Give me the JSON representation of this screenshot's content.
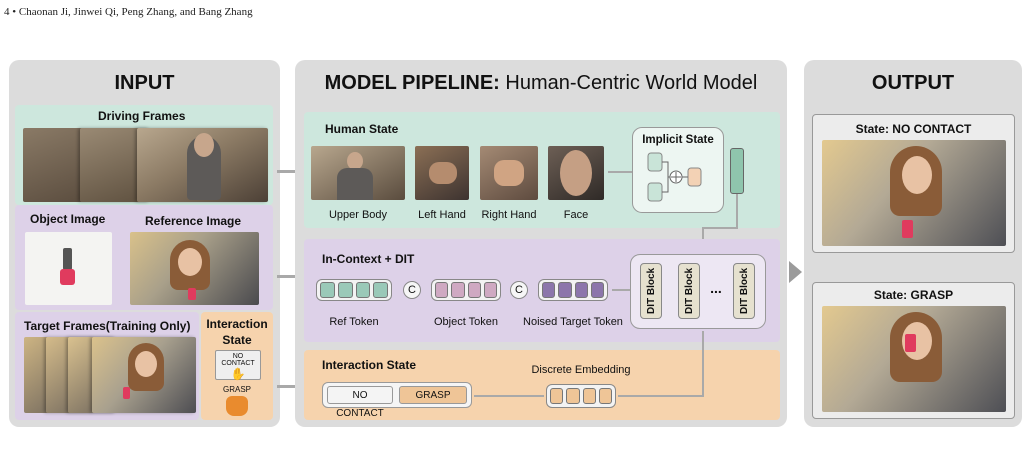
{
  "running_head": "4   •   Chaonan Ji, Jinwei Qi, Peng Zhang, and Bang Zhang",
  "input": {
    "title": "INPUT",
    "driving_frames": "Driving Frames",
    "object_image": "Object Image",
    "reference_image": "Reference Image",
    "target_frames": "Target Frames(Training Only)",
    "interaction_state": {
      "line1": "Interaction",
      "line2": "State"
    },
    "no_contact": "NO CONTACT",
    "grasp": "GRASP"
  },
  "pipeline": {
    "title_bold": "MODEL PIPELINE:",
    "title_rest": "Human-Centric World Model",
    "human_state": {
      "title": "Human State",
      "crops": [
        "Upper Body",
        "Left Hand",
        "Right Hand",
        "Face"
      ],
      "implicit_state": "Implicit State"
    },
    "in_context": {
      "title": "In-Context + DIT",
      "ref_token": "Ref Token",
      "object_token": "Object Token",
      "noised_target_token": "Noised Target Token",
      "concat_symbol": "C",
      "dit_blocks": [
        "DIT Block",
        "DIT Block",
        "DIT Block"
      ],
      "ellipsis": "..."
    },
    "interaction_state": {
      "title": "Interaction State",
      "no_contact": "NO CONTACT",
      "grasp": "GRASP",
      "discrete_embedding": "Discrete Embedding"
    }
  },
  "output": {
    "title": "OUTPUT",
    "state_no_contact": "State: NO CONTACT",
    "state_grasp": "State: GRASP"
  },
  "colors": {
    "panel_gray": "#dcdcdc",
    "green_section": "#cde7dd",
    "purple_section": "#ddd1e8",
    "orange_section": "#f6d3ad",
    "ref_token": "#9ac9b8",
    "object_token": "#cfa9c2",
    "noised_token": "#8c76ab",
    "discrete_token": "#efc597",
    "orange_accent": "#e98b2e"
  }
}
